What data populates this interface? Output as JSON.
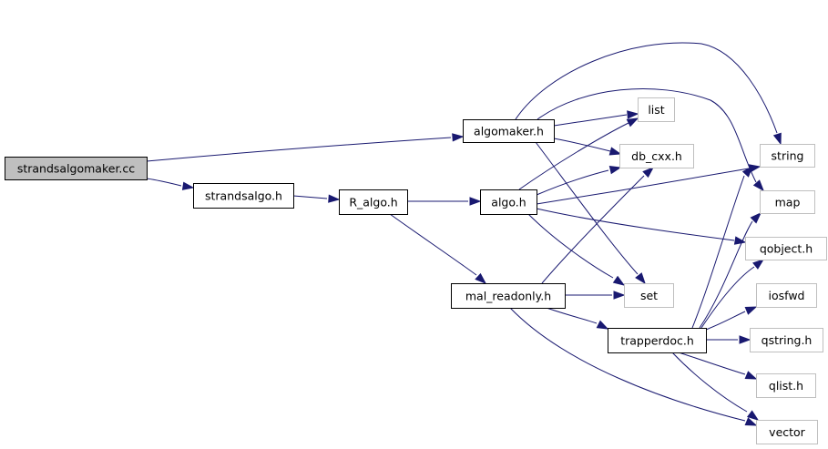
{
  "graph": {
    "nodes": [
      {
        "id": "strandsalgomaker_cc",
        "label": "strandsalgomaker.cc",
        "highlight": true
      },
      {
        "id": "algomaker_h",
        "label": "algomaker.h"
      },
      {
        "id": "strandsalgo_h",
        "label": "strandsalgo.h"
      },
      {
        "id": "R_algo_h",
        "label": "R_algo.h"
      },
      {
        "id": "algo_h",
        "label": "algo.h"
      },
      {
        "id": "mal_readonly_h",
        "label": "mal_readonly.h"
      },
      {
        "id": "trapperdoc_h",
        "label": "trapperdoc.h"
      },
      {
        "id": "list",
        "label": "list",
        "external": true
      },
      {
        "id": "db_cxx_h",
        "label": "db_cxx.h",
        "external": true
      },
      {
        "id": "string",
        "label": "string",
        "external": true
      },
      {
        "id": "map",
        "label": "map",
        "external": true
      },
      {
        "id": "qobject_h",
        "label": "qobject.h",
        "external": true
      },
      {
        "id": "set",
        "label": "set",
        "external": true
      },
      {
        "id": "iosfwd",
        "label": "iosfwd",
        "external": true
      },
      {
        "id": "qstring_h",
        "label": "qstring.h",
        "external": true
      },
      {
        "id": "qlist_h",
        "label": "qlist.h",
        "external": true
      },
      {
        "id": "vector",
        "label": "vector",
        "external": true
      }
    ],
    "edges": [
      {
        "from": "strandsalgomaker_cc",
        "to": "algomaker_h"
      },
      {
        "from": "strandsalgomaker_cc",
        "to": "strandsalgo_h"
      },
      {
        "from": "algomaker_h",
        "to": "list"
      },
      {
        "from": "algomaker_h",
        "to": "db_cxx_h"
      },
      {
        "from": "algomaker_h",
        "to": "string"
      },
      {
        "from": "algomaker_h",
        "to": "map"
      },
      {
        "from": "algomaker_h",
        "to": "set"
      },
      {
        "from": "strandsalgo_h",
        "to": "R_algo_h"
      },
      {
        "from": "R_algo_h",
        "to": "algo_h"
      },
      {
        "from": "R_algo_h",
        "to": "mal_readonly_h"
      },
      {
        "from": "algo_h",
        "to": "list"
      },
      {
        "from": "algo_h",
        "to": "db_cxx_h"
      },
      {
        "from": "algo_h",
        "to": "string"
      },
      {
        "from": "algo_h",
        "to": "qobject_h"
      },
      {
        "from": "algo_h",
        "to": "set"
      },
      {
        "from": "mal_readonly_h",
        "to": "db_cxx_h"
      },
      {
        "from": "mal_readonly_h",
        "to": "set"
      },
      {
        "from": "mal_readonly_h",
        "to": "trapperdoc_h"
      },
      {
        "from": "mal_readonly_h",
        "to": "vector"
      },
      {
        "from": "trapperdoc_h",
        "to": "string"
      },
      {
        "from": "trapperdoc_h",
        "to": "map"
      },
      {
        "from": "trapperdoc_h",
        "to": "qobject_h"
      },
      {
        "from": "trapperdoc_h",
        "to": "iosfwd"
      },
      {
        "from": "trapperdoc_h",
        "to": "qstring_h"
      },
      {
        "from": "trapperdoc_h",
        "to": "qlist_h"
      },
      {
        "from": "trapperdoc_h",
        "to": "vector"
      }
    ],
    "colors": {
      "edge": "#191970",
      "highlight_fill": "#bfbfbf",
      "internal_border": "#000000",
      "external_border": "#bfbfbf"
    }
  }
}
